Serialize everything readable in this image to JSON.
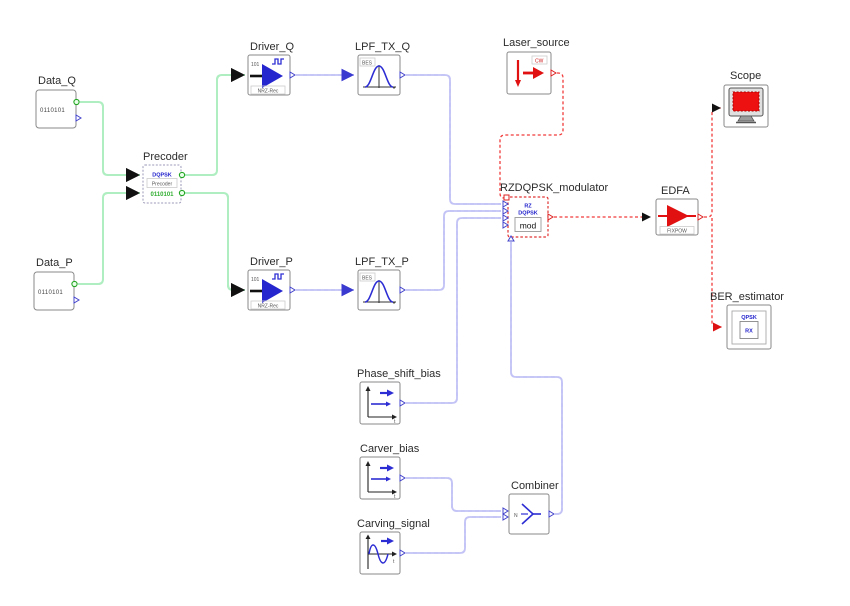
{
  "colors": {
    "wire_green": "#4fd34f",
    "wire_blue": "#5353d8",
    "wire_red": "#f23b3b",
    "accent_blue": "#2222cc",
    "accent_red": "#e11111",
    "block_border": "#8a8a8a"
  },
  "blocks": {
    "data_q": {
      "label": "Data_Q",
      "bits": "0110101"
    },
    "data_p": {
      "label": "Data_P",
      "bits": "0110101"
    },
    "precoder": {
      "label": "Precoder",
      "type": "DQPSK",
      "name": "Precoder",
      "bits": "0110101"
    },
    "driver_q": {
      "label": "Driver_Q",
      "bits": "101",
      "coding": "NRZ-Rec"
    },
    "driver_p": {
      "label": "Driver_P",
      "bits": "101",
      "coding": "NRZ-Rec"
    },
    "lpf_tx_q": {
      "label": "LPF_TX_Q",
      "filter": "BES"
    },
    "lpf_tx_p": {
      "label": "LPF_TX_P",
      "filter": "BES"
    },
    "laser_source": {
      "label": "Laser_source",
      "mode": "CW"
    },
    "rzdqpsk_modulator": {
      "label": "RZDQPSK_modulator",
      "line1": "RZ",
      "line2": "DQPSK",
      "line3": "mod"
    },
    "edfa": {
      "label": "EDFA",
      "mode": "FIXPOW"
    },
    "scope": {
      "label": "Scope"
    },
    "ber_estimator": {
      "label": "BER_estimator",
      "type": "QPSK",
      "unit": "RX"
    },
    "phase_shift_bias": {
      "label": "Phase_shift_bias",
      "axis": "t"
    },
    "carver_bias": {
      "label": "Carver_bias",
      "axis": "t"
    },
    "carving_signal": {
      "label": "Carving_signal",
      "axis": "t"
    },
    "combiner": {
      "label": "Combiner",
      "inputs": "N"
    }
  }
}
